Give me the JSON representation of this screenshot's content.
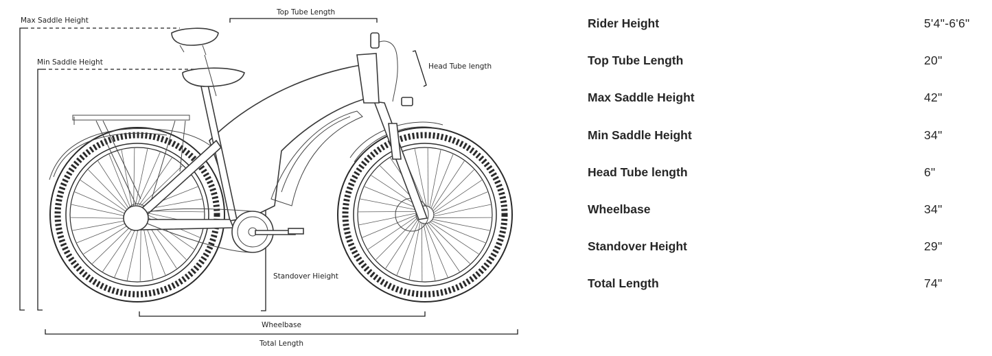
{
  "diagram": {
    "labels": {
      "max_saddle_height": "Max Saddle Height",
      "top_tube_length": "Top Tube Length",
      "min_saddle_height": "Min Saddle Height",
      "head_tube_length": "Head Tube length",
      "standover_height": "Standover Hieight",
      "wheelbase": "Wheelbase",
      "total_length": "Total Length"
    }
  },
  "specs": [
    {
      "label": "Rider Height",
      "value": "5'4\"-6'6\""
    },
    {
      "label": "Top Tube Length",
      "value": "20\""
    },
    {
      "label": "Max Saddle Height",
      "value": "42\""
    },
    {
      "label": "Min Saddle Height",
      "value": "34\""
    },
    {
      "label": "Head Tube length",
      "value": "6\""
    },
    {
      "label": "Wheelbase",
      "value": "34\""
    },
    {
      "label": "Standover Height",
      "value": "29\""
    },
    {
      "label": "Total Length",
      "value": "74\""
    }
  ]
}
